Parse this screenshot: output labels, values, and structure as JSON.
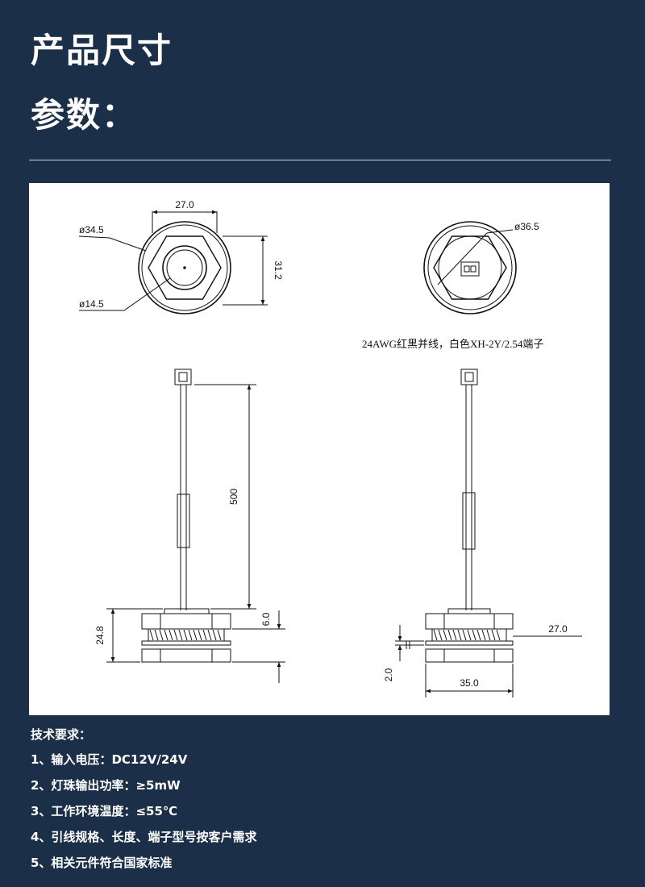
{
  "header": {
    "title": "产品尺寸",
    "subtitle": "参数："
  },
  "drawing": {
    "dims": {
      "flat_width": "27.0",
      "outer_dia": "ø34.5",
      "inner_dia": "ø14.5",
      "height_hex": "31.2",
      "back_dia": "ø36.5",
      "cable_length": "500",
      "total_height": "24.8",
      "thread_height": "6.0",
      "side_flat": "27.0",
      "washer": "2.0",
      "base_width": "35.0"
    },
    "cable_note": "24AWG红黑并线，白色XH-2Y/2.54端子"
  },
  "requirements": {
    "title": "技术要求：",
    "items": [
      "1、输入电压：DC12V/24V",
      "2、灯珠输出功率：≥5mW",
      "3、工作环境温度：≤55℃",
      "4、引线规格、长度、端子型号按客户需求",
      "5、相关元件符合国家标准"
    ]
  }
}
